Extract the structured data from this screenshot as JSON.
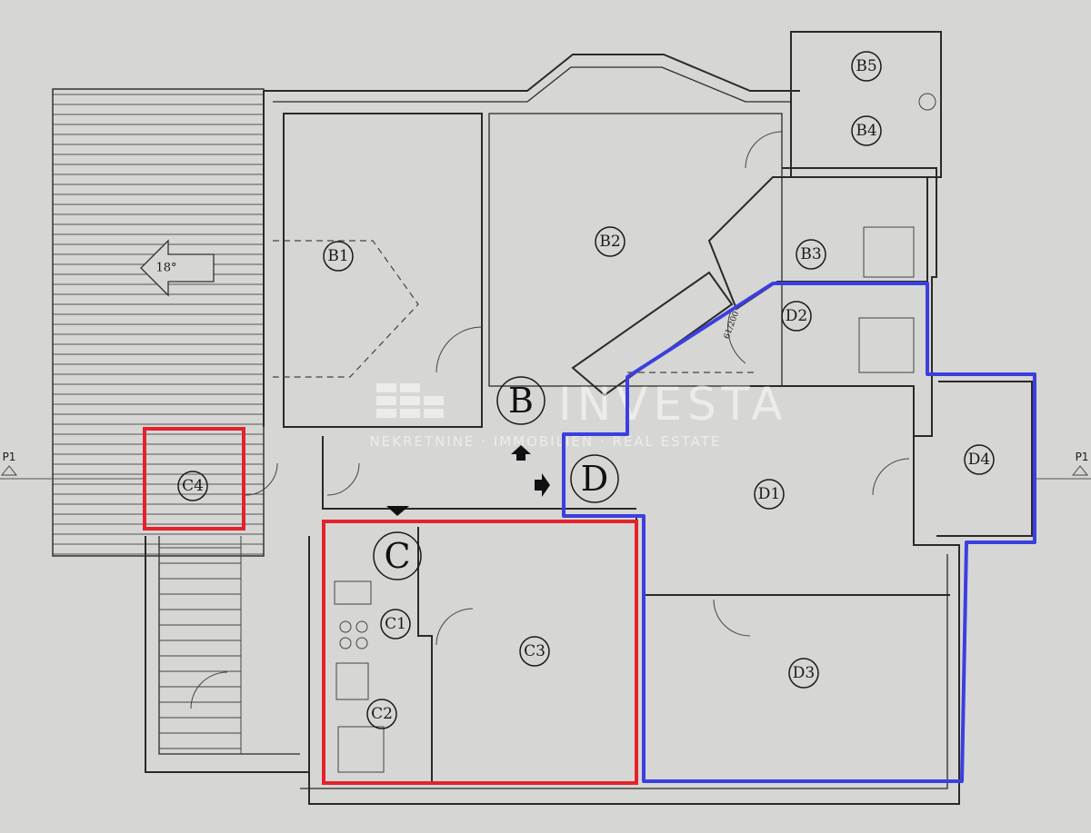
{
  "rooms": {
    "B1": "B1",
    "B2": "B2",
    "B3": "B3",
    "B4": "B4",
    "B5": "B5",
    "C1": "C1",
    "C2": "C2",
    "C3": "C3",
    "C4": "C4",
    "D1": "D1",
    "D2": "D2",
    "D3": "D3",
    "D4": "D4"
  },
  "units": {
    "B": "B",
    "C": "C",
    "D": "D"
  },
  "roof_slope": "18°",
  "section_marks": {
    "left": "P1",
    "right": "P1"
  },
  "door_note": "61/200",
  "watermark": {
    "brand": "INVESTA",
    "tagline": "NEKRETNINE · IMMOBILIEN · REAL ESTATE"
  },
  "colors": {
    "unit_c_outline": "#e3222b",
    "unit_d_outline": "#3b3fe0",
    "paper": "#d6d6d4"
  }
}
